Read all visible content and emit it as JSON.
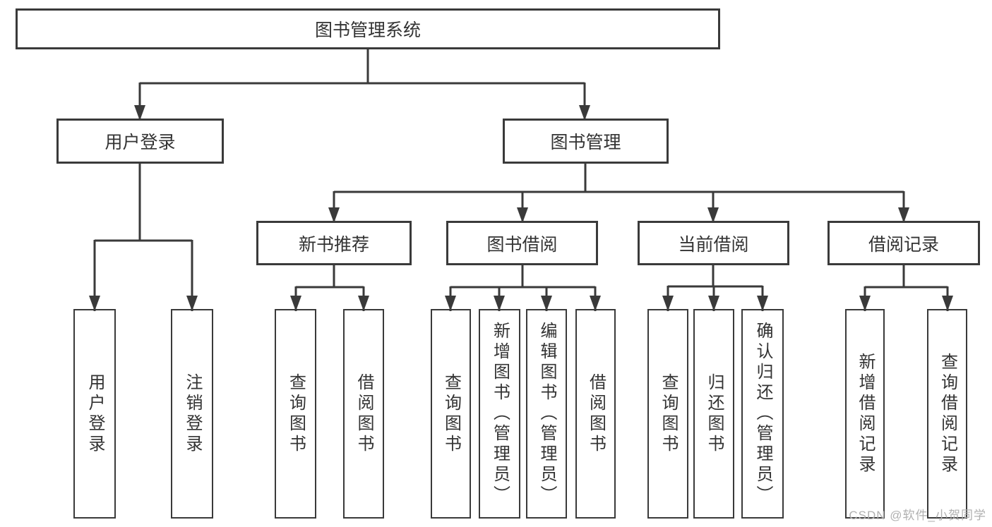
{
  "diagram": {
    "root": {
      "label": "图书管理系统"
    },
    "branches": [
      {
        "label": "用户登录",
        "children": [
          {
            "label": "用户登录"
          },
          {
            "label": "注销登录"
          }
        ]
      },
      {
        "label": "图书管理",
        "children": [
          {
            "label": "新书推荐",
            "children": [
              {
                "label": "查询图书"
              },
              {
                "label": "借阅图书"
              }
            ]
          },
          {
            "label": "图书借阅",
            "children": [
              {
                "label": "查询图书"
              },
              {
                "label": "新增图书（管理员）"
              },
              {
                "label": "编辑图书（管理员）"
              },
              {
                "label": "借阅图书"
              }
            ]
          },
          {
            "label": "当前借阅",
            "children": [
              {
                "label": "查询图书"
              },
              {
                "label": "归还图书"
              },
              {
                "label": "确认归还（管理员）"
              }
            ]
          },
          {
            "label": "借阅记录",
            "children": [
              {
                "label": "新增借阅记录"
              },
              {
                "label": "查询借阅记录"
              }
            ]
          }
        ]
      }
    ]
  },
  "watermark": {
    "text": "CSDN @软件_小贺同学"
  },
  "colors": {
    "line": "#3a3a3a",
    "text": "#333333",
    "background": "#ffffff",
    "watermark": "#b0b0b0"
  }
}
